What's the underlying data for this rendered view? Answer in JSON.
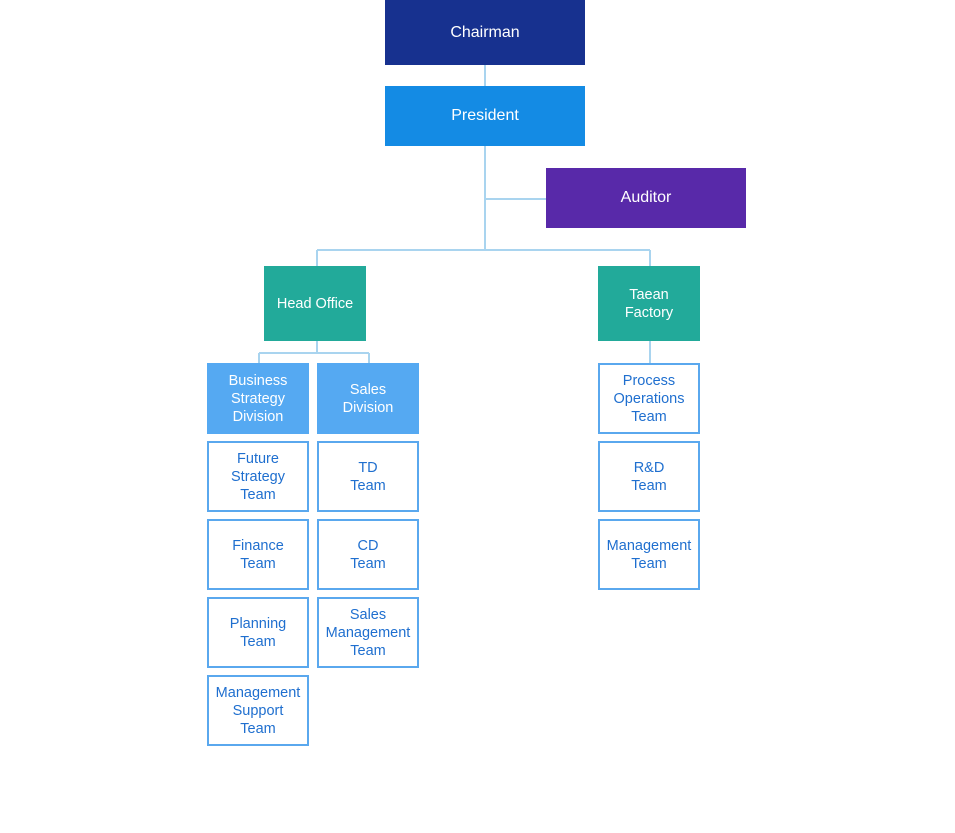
{
  "chart_title": "",
  "top": {
    "chairman": "Chairman",
    "president": "President",
    "auditor": "Auditor"
  },
  "branches": {
    "head_office": "Head Office",
    "taean_factory": "Taean\nFactory"
  },
  "divisions": {
    "business_strategy": "Business\nStrategy\nDivision",
    "sales": "Sales\nDivision"
  },
  "teams": {
    "business_strategy": [
      "Future\nStrategy\nTeam",
      "Finance\nTeam",
      "Planning\nTeam",
      "Management\nSupport\nTeam"
    ],
    "sales": [
      "TD\nTeam",
      "CD\nTeam",
      "Sales\nManagement\nTeam"
    ],
    "taean_factory": [
      "Process\nOperations\nTeam",
      "R&D\nTeam",
      "Management\nTeam"
    ]
  },
  "colors": {
    "chairman": "#17318f",
    "president": "#148be4",
    "auditor": "#5829a9",
    "branch": "#22aa9a",
    "division": "#55a9f2",
    "team_border": "#5aa8ee",
    "team_text": "#1f6fcf",
    "connector": "#a9d4ef"
  }
}
